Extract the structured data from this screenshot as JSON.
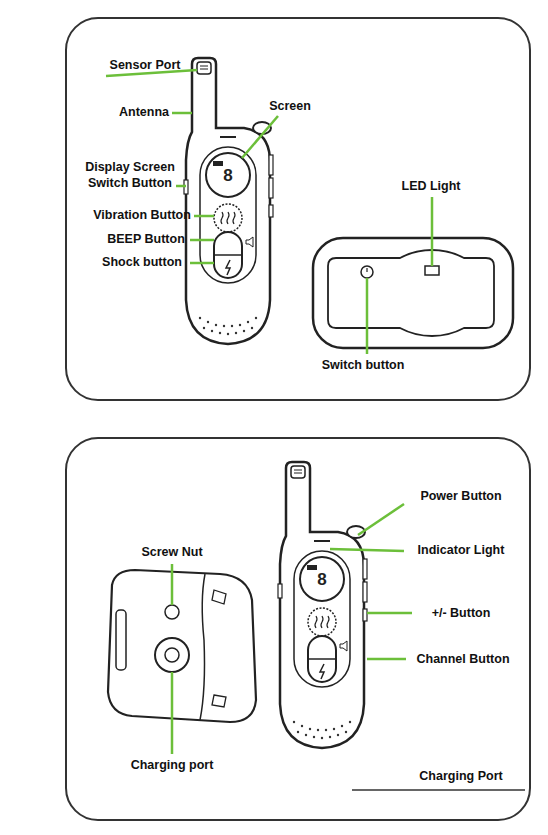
{
  "diagram": {
    "labels": [
      "Sensor Port",
      "Antenna",
      "Screen",
      "Display Screen Switch Button",
      "Vibration Button",
      "BEEP Button",
      "Shock button",
      "LED Light",
      "Switch button",
      "8",
      "Screw Nut",
      "Power Button",
      "Indicator Light",
      "+/- Button",
      "Channel Button",
      "Charging port",
      "Charging Port",
      "8"
    ]
  }
}
